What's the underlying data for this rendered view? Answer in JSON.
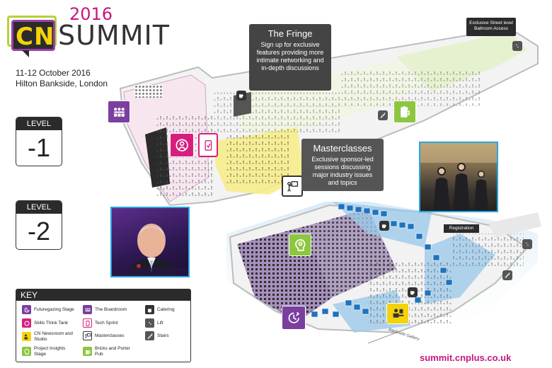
{
  "header": {
    "year": "2016",
    "logo_letters": "CN",
    "summit": "SUMMIT",
    "dates": "11-12 October 2016",
    "venue": "Hilton Bankside, London"
  },
  "levels": [
    {
      "label": "LEVEL",
      "number": "-1"
    },
    {
      "label": "LEVEL",
      "number": "-2"
    }
  ],
  "callouts": {
    "fringe": {
      "title": "The Fringe",
      "body": "Sign up for exclusive features providing more intimate networking and in-depth discussions"
    },
    "masterclasses": {
      "title": "Masterclasses",
      "body": "Exclusive sponsor-led sessions discussing major industry issues and topics"
    },
    "ballroom": "Exclusive Street level Ballroom Access",
    "registration": "Registration",
    "bankside": "Bankside Gallery"
  },
  "key": {
    "title": "KEY",
    "items": [
      {
        "label": "Futuregazing Stage",
        "icon": "futuregazing-icon",
        "color": "#7b3fa0"
      },
      {
        "label": "Skills Think Tank",
        "icon": "skills-icon",
        "color": "#d61f7d"
      },
      {
        "label": "CN Newsroom and Studio",
        "icon": "newsroom-icon",
        "color": "#444444"
      },
      {
        "label": "Project Insights Stage",
        "icon": "insights-icon",
        "color": "#8dc63f"
      },
      {
        "label": "The Boardroom",
        "icon": "boardroom-icon",
        "color": "#7b3fa0"
      },
      {
        "label": "Tech Sprint",
        "icon": "tech-icon",
        "color": "#d61f7d"
      },
      {
        "label": "Masterclasses",
        "icon": "masterclass-icon",
        "color": "#444444"
      },
      {
        "label": "Bricks and Porter Pub",
        "icon": "pub-icon",
        "color": "#8dc63f"
      },
      {
        "label": "Catering",
        "icon": "coffee-icon",
        "color": "#333333"
      },
      {
        "label": "Lift",
        "icon": "lift-icon",
        "color": "#555555"
      },
      {
        "label": "Stairs",
        "icon": "stairs-icon",
        "color": "#555555"
      }
    ]
  },
  "url": "summit.cnplus.co.uk",
  "colors": {
    "magenta": "#c4187e",
    "purple": "#7b3fa0",
    "green": "#8dc63f",
    "yellow": "#f5d20a",
    "blue": "#1e73be",
    "dark": "#2b2b2b"
  }
}
